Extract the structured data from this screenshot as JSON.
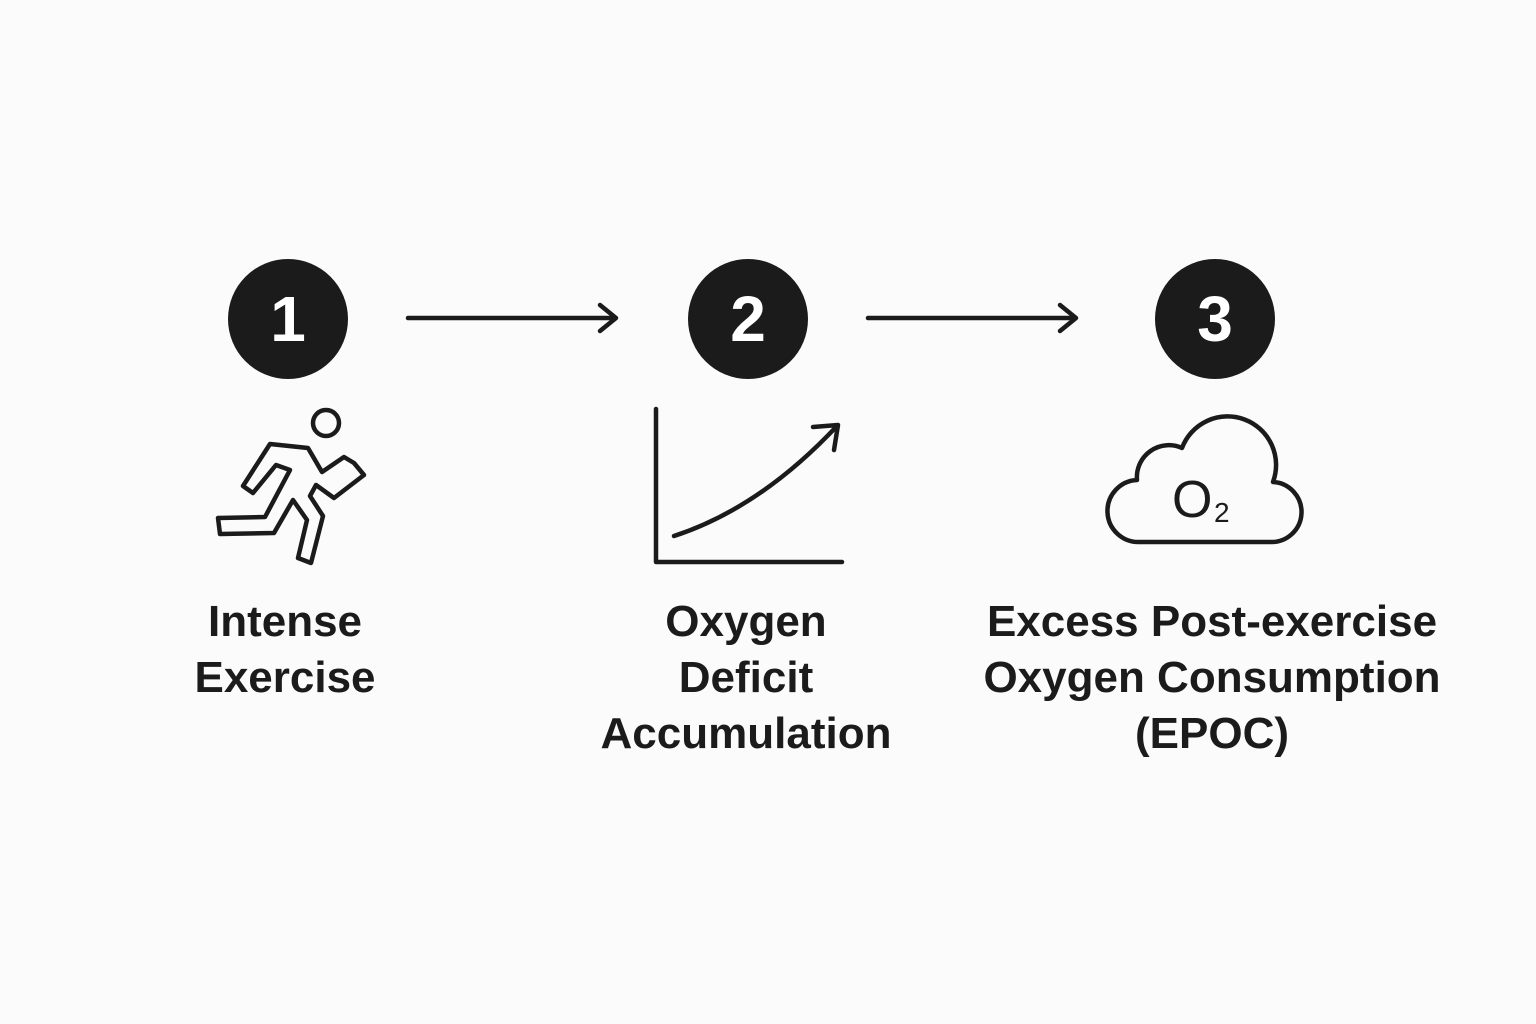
{
  "steps": [
    {
      "number": "1",
      "label_lines": [
        "Intense",
        "Exercise"
      ],
      "icon": "running-person-icon"
    },
    {
      "number": "2",
      "label_lines": [
        "Oxygen",
        "Deficit",
        "Accumulation"
      ],
      "icon": "rising-curve-graph-icon"
    },
    {
      "number": "3",
      "label_lines": [
        "Excess Post-exercise",
        "Oxygen Consumption",
        "(EPOC)"
      ],
      "icon": "o2-cloud-icon",
      "icon_text": "O",
      "icon_subscript": "2"
    }
  ],
  "colors": {
    "ink": "#1b1b1b",
    "background": "#fbfbfb",
    "badge_text": "#ffffff"
  }
}
